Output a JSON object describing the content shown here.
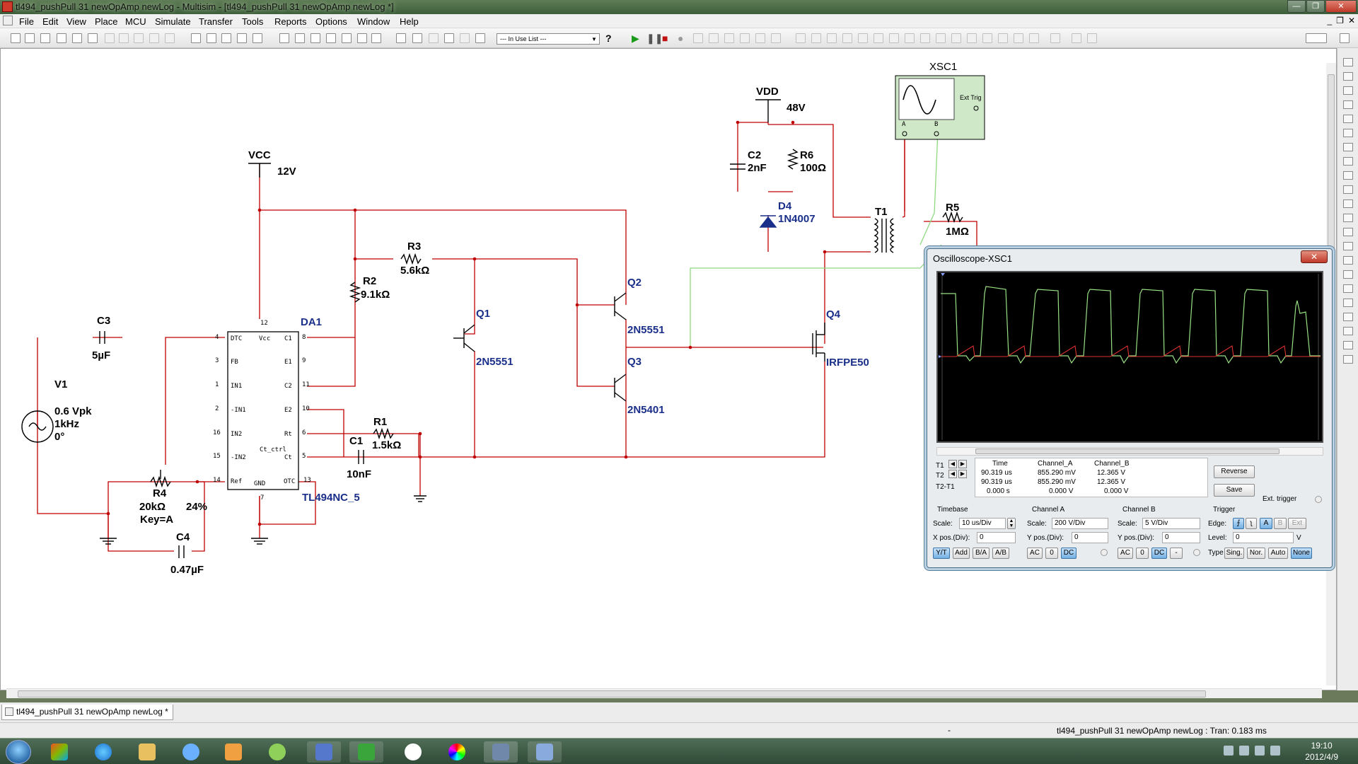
{
  "window": {
    "title": "tl494_pushPull 31 newOpAmp newLog - Multisim - [tl494_pushPull 31 newOpAmp newLog *]"
  },
  "menu": [
    "File",
    "Edit",
    "View",
    "Place",
    "MCU",
    "Simulate",
    "Transfer",
    "Tools",
    "Reports",
    "Options",
    "Window",
    "Help"
  ],
  "toolbar": {
    "in_use_list": "--- In Use List ---",
    "help": "?"
  },
  "schematic": {
    "vcc": {
      "name": "VCC",
      "value": "12V"
    },
    "vdd": {
      "name": "VDD",
      "value": "48V"
    },
    "xsc1": "XSC1",
    "ext_trig": "Ext Trig",
    "scope_a": "A",
    "scope_b": "B",
    "c3": {
      "name": "C3",
      "value": "5µF"
    },
    "v1": {
      "name": "V1",
      "amp": "0.6 Vpk",
      "freq": "1kHz",
      "phase": "0°"
    },
    "r4": {
      "name": "R4",
      "value": "20kΩ",
      "key": "Key=A",
      "pct": "24%"
    },
    "c4": {
      "name": "C4",
      "value": "0.47µF"
    },
    "r2": {
      "name": "R2",
      "value": "9.1kΩ"
    },
    "r3": {
      "name": "R3",
      "value": "5.6kΩ"
    },
    "r1": {
      "name": "R1",
      "value": "1.5kΩ"
    },
    "c1": {
      "name": "C1",
      "value": "10nF"
    },
    "c2": {
      "name": "C2",
      "value": "2nF"
    },
    "r6": {
      "name": "R6",
      "value": "100Ω"
    },
    "d4": {
      "name": "D4",
      "value": "1N4007"
    },
    "t1": "T1",
    "r5": {
      "name": "R5",
      "value": "1MΩ"
    },
    "q1": {
      "name": "Q1",
      "value": "2N5551"
    },
    "q2": {
      "name": "Q2",
      "value": "2N5551"
    },
    "q3": {
      "name": "Q3",
      "value": "2N5401"
    },
    "q4": {
      "name": "Q4",
      "value": "IRFPE50"
    },
    "da1": {
      "name": "DA1",
      "part": "TL494NC_5",
      "pins_left": [
        "DTC",
        "FB",
        "IN1",
        "-IN1",
        "IN2",
        "-IN2",
        "Ref"
      ],
      "pins_left_num": [
        "4",
        "3",
        "1",
        "2",
        "16",
        "15",
        "14"
      ],
      "pins_right": [
        "C1",
        "E1",
        "C2",
        "E2",
        "Rt",
        "Ct_ctrl",
        "Ct"
      ],
      "pins_right_num": [
        "8",
        "9",
        "11",
        "10",
        "6",
        "",
        "5"
      ],
      "pins_top": [
        "Vcc"
      ],
      "pin_top_num": "12",
      "pins_bottom": [
        "GND",
        "OTC"
      ],
      "pin_bottom_num": [
        "7",
        "13"
      ]
    }
  },
  "oscilloscope": {
    "title": "Oscilloscope-XSC1",
    "close": "✕",
    "meas_headers": [
      "Time",
      "Channel_A",
      "Channel_B"
    ],
    "rows": [
      {
        "label": "T1",
        "time": "90.319 us",
        "a": "855.290 mV",
        "b": "12.365 V"
      },
      {
        "label": "T2",
        "time": "90.319 us",
        "a": "855.290 mV",
        "b": "12.365 V"
      },
      {
        "label": "T2-T1",
        "time": "0.000 s",
        "a": "0.000 V",
        "b": "0.000 V"
      }
    ],
    "reverse": "Reverse",
    "save": "Save",
    "ext_trigger": "Ext. trigger",
    "timebase": {
      "title": "Timebase",
      "scale_label": "Scale:",
      "scale": "10 us/Div",
      "xpos_label": "X pos.(Div):",
      "xpos": "0",
      "buttons": [
        "Y/T",
        "Add",
        "B/A",
        "A/B"
      ]
    },
    "channel_a": {
      "title": "Channel A",
      "scale_label": "Scale:",
      "scale": "200  V/Div",
      "ypos_label": "Y pos.(Div):",
      "ypos": "0",
      "buttons": [
        "AC",
        "0",
        "DC"
      ]
    },
    "channel_b": {
      "title": "Channel B",
      "scale_label": "Scale:",
      "scale": "5  V/Div",
      "ypos_label": "Y pos.(Div):",
      "ypos": "0",
      "buttons": [
        "AC",
        "0",
        "DC",
        "-"
      ]
    },
    "trigger": {
      "title": "Trigger",
      "edge_label": "Edge:",
      "level_label": "Level:",
      "level": "0",
      "level_unit": "V",
      "type_label": "Type",
      "edge_buttons": [
        "A",
        "B",
        "Ext"
      ],
      "type_buttons": [
        "Sing.",
        "Nor.",
        "Auto",
        "None"
      ]
    }
  },
  "doc_tab": "tl494_pushPull 31 newOpAmp newLog *",
  "status": {
    "dash": "-",
    "text": "tl494_pushPull 31 newOpAmp newLog : Tran: 0.183 ms"
  },
  "taskbar": {
    "time": "19:10",
    "date": "2012/4/9"
  },
  "colors": {
    "wire": "#c00000",
    "probe_b": "#8fd87f",
    "label_blue": "#1a2f8a",
    "scope_bg": "#000000"
  }
}
